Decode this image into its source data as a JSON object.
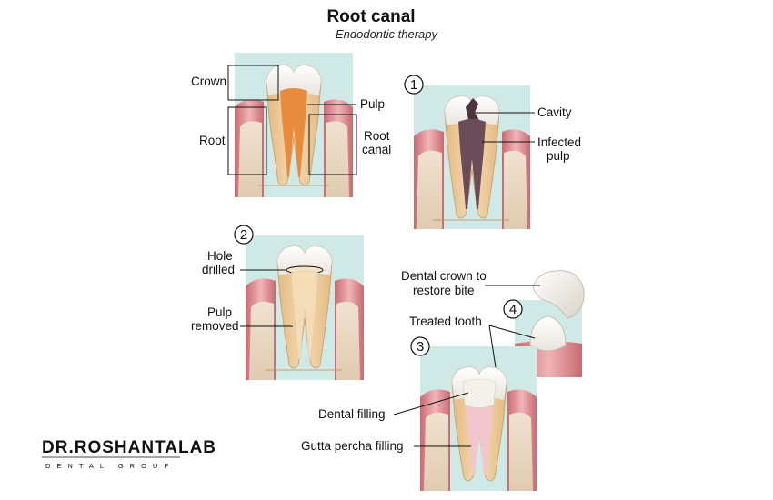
{
  "header": {
    "title": "Root canal",
    "subtitle": "Endodontic therapy"
  },
  "panel_anatomy": {
    "crown_label": "Crown",
    "root_label": "Root",
    "pulp_label": "Pulp",
    "root_canal_label_line1": "Root",
    "root_canal_label_line2": "canal"
  },
  "panel_1": {
    "step_number": "1",
    "cavity_label": "Cavity",
    "infected_pulp_line1": "Infected",
    "infected_pulp_line2": "pulp"
  },
  "panel_2": {
    "step_number": "2",
    "hole_drilled_line1": "Hole",
    "hole_drilled_line2": "drilled",
    "pulp_removed_line1": "Pulp",
    "pulp_removed_line2": "removed"
  },
  "panel_3": {
    "step_number": "3",
    "treated_tooth_label": "Treated tooth",
    "dental_filling_label": "Dental filling",
    "gutta_percha_label": "Gutta percha filling"
  },
  "panel_4": {
    "step_number": "4",
    "crown_line1": "Dental crown to",
    "crown_line2": "restore bite"
  },
  "brand": {
    "name": "DR.ROSHANTALAB",
    "tagline": "DENTAL GROUP"
  },
  "colors": {
    "background_sky": "#cfe9e7",
    "gum": "#e59a9f",
    "bone": "#e9d9c4",
    "enamel": "#f6f3ef",
    "dentin": "#efcf9d",
    "pulp": "#e98b3c",
    "infected_pulp": "#6b4d5a",
    "filling_pink": "#f3c6cf"
  }
}
